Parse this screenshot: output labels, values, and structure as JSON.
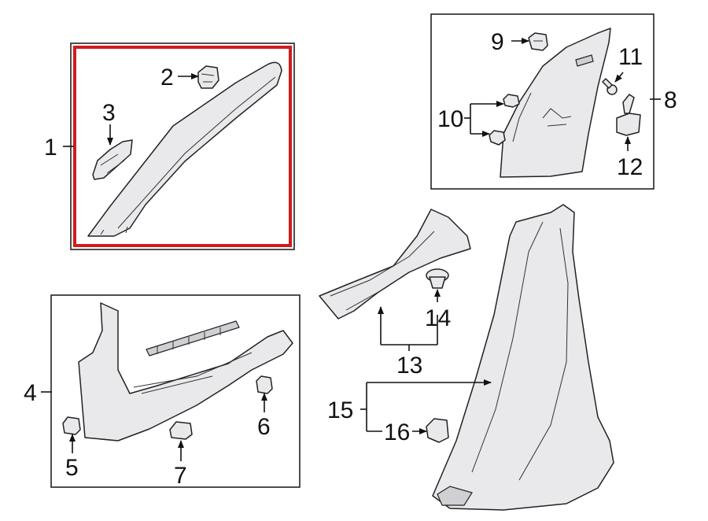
{
  "callouts": {
    "c1": "1",
    "c2": "2",
    "c3": "3",
    "c4": "4",
    "c5": "5",
    "c6": "6",
    "c7": "7",
    "c8": "8",
    "c9": "9",
    "c10": "10",
    "c11": "11",
    "c12": "12",
    "c13": "13",
    "c14": "14",
    "c15": "15",
    "c16": "16"
  },
  "colors": {
    "highlight": "#d01c1c",
    "part_fill": "#e9e9ec",
    "line": "#222222"
  }
}
